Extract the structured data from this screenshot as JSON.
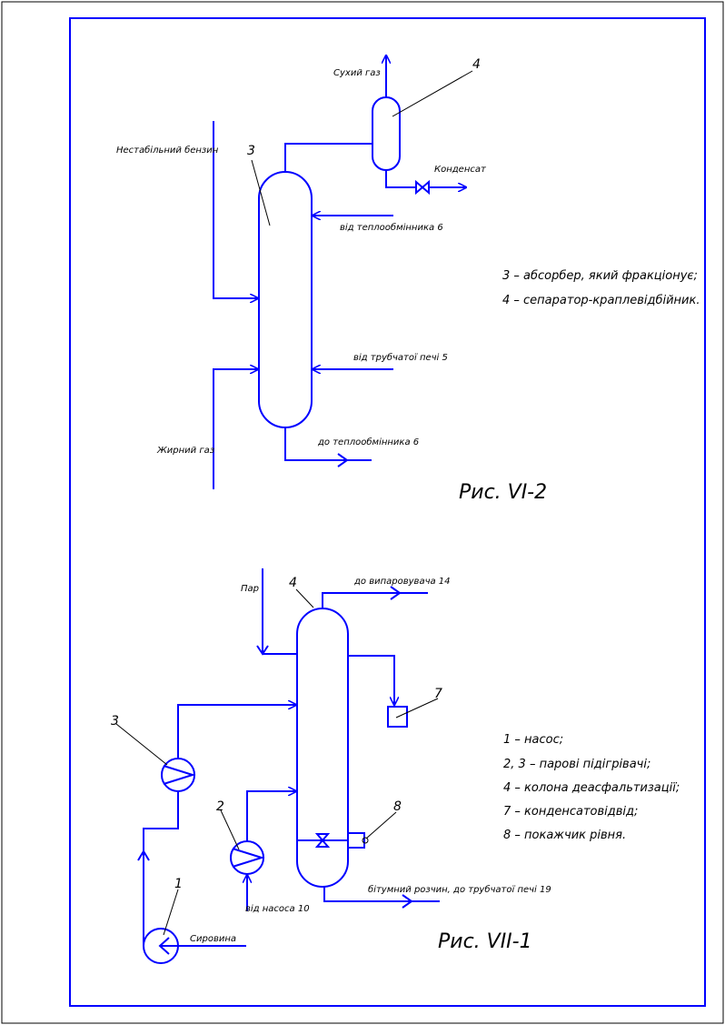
{
  "figure1": {
    "labels": {
      "dry_gas": "Сухий газ",
      "condensate": "Конденсат",
      "unstable_gasoline": "Нестабільний бензин",
      "from_exchanger": "від теплообмінника 6",
      "from_furnace": "від трубчатої печі 5",
      "to_exchanger": "до теплообмінника 6",
      "fat_gas": "Жирний газ"
    },
    "numbers": {
      "separator": "4",
      "absorber": "3"
    },
    "legend": [
      "3 – абсорбер, який фракціонує;",
      "4 – сепаратор-краплевідбійник."
    ],
    "caption": "Рис. VI-2"
  },
  "figure2": {
    "labels": {
      "steam": "Пар",
      "to_evaporator": "до випаровувача 14",
      "bitumen": "бітумний розчин, до трубчатої печі 19",
      "from_pump": "від насоса 10",
      "feedstock": "Сировина"
    },
    "numbers": {
      "column": "4",
      "collector": "7",
      "heater3": "3",
      "level": "8",
      "heater2": "2",
      "pump": "1"
    },
    "legend": [
      "1 – насос;",
      "2, 3 – парові підігрівачі;",
      "4 – колона деасфальтизації;",
      "7 – конденсатовідвід;",
      "8 – покажчик рівня."
    ],
    "caption": "Рис. VII-1"
  }
}
